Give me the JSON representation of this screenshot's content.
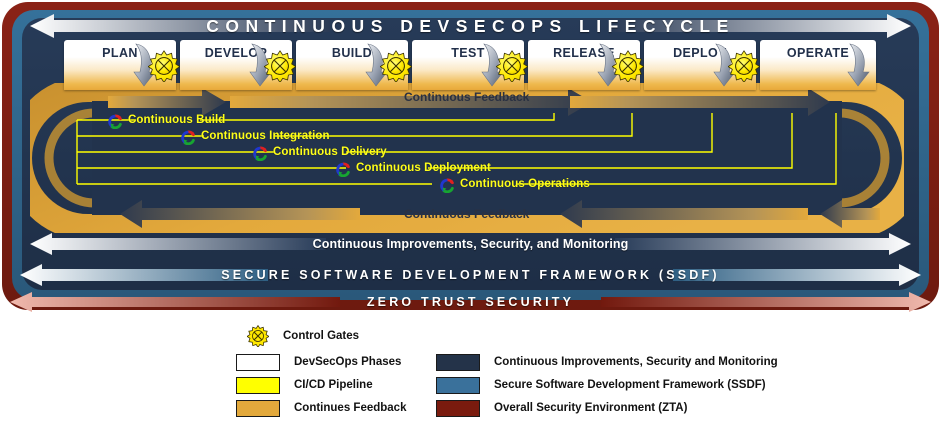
{
  "diagram": {
    "title": "CONTINUOUS DEVSECOPS LIFECYCLE",
    "phases": [
      {
        "label": "PLAN"
      },
      {
        "label": "DEVELOP"
      },
      {
        "label": "BUILD"
      },
      {
        "label": "TEST"
      },
      {
        "label": "RELEASE"
      },
      {
        "label": "DEPLOY"
      },
      {
        "label": "OPERATE"
      }
    ],
    "feedback_top": "Continuous Feedback",
    "feedback_bottom": "Continuous Feedback",
    "pipeline": [
      {
        "label": "Continuous Build"
      },
      {
        "label": "Continuous Integration"
      },
      {
        "label": "Continuous Delivery"
      },
      {
        "label": "Continuous Deployment"
      },
      {
        "label": "Continuous Operations"
      }
    ],
    "bands": [
      {
        "id": "ci",
        "label": "Continuous Improvements, Security, and Monitoring"
      },
      {
        "id": "ssdf",
        "label": "SECURE SOFTWARE DEVELOPMENT FRAMEWORK (SSDF)"
      },
      {
        "id": "zta",
        "label": "ZERO TRUST SECURITY"
      }
    ]
  },
  "legend": {
    "gate": {
      "label": "Control Gates",
      "icon": "gear-icon"
    },
    "left_items": [
      {
        "label": "DevSecOps Phases",
        "color": "#ffffff"
      },
      {
        "label": "CI/CD Pipeline",
        "color": "#ffff00"
      },
      {
        "label": "Continues Feedback",
        "color": "#e3a93c"
      }
    ],
    "right_items": [
      {
        "label": "Continuous Improvements, Security and Monitoring",
        "color": "#243349"
      },
      {
        "label": "Secure Software Development Framework (SSDF)",
        "color": "#3a719b"
      },
      {
        "label": "Overall Security Environment (ZTA)",
        "color": "#7a1b0e"
      }
    ]
  },
  "colors": {
    "zta_red": "#7d1d12",
    "ssdf_blue": "#2f6387",
    "inner_navy": "#22334d",
    "track_orange": "#e3a93c",
    "pipeline_yellow": "#ffff00",
    "gear_yellow": "#ffe800",
    "arrow_dark": "#2f3a4d"
  }
}
